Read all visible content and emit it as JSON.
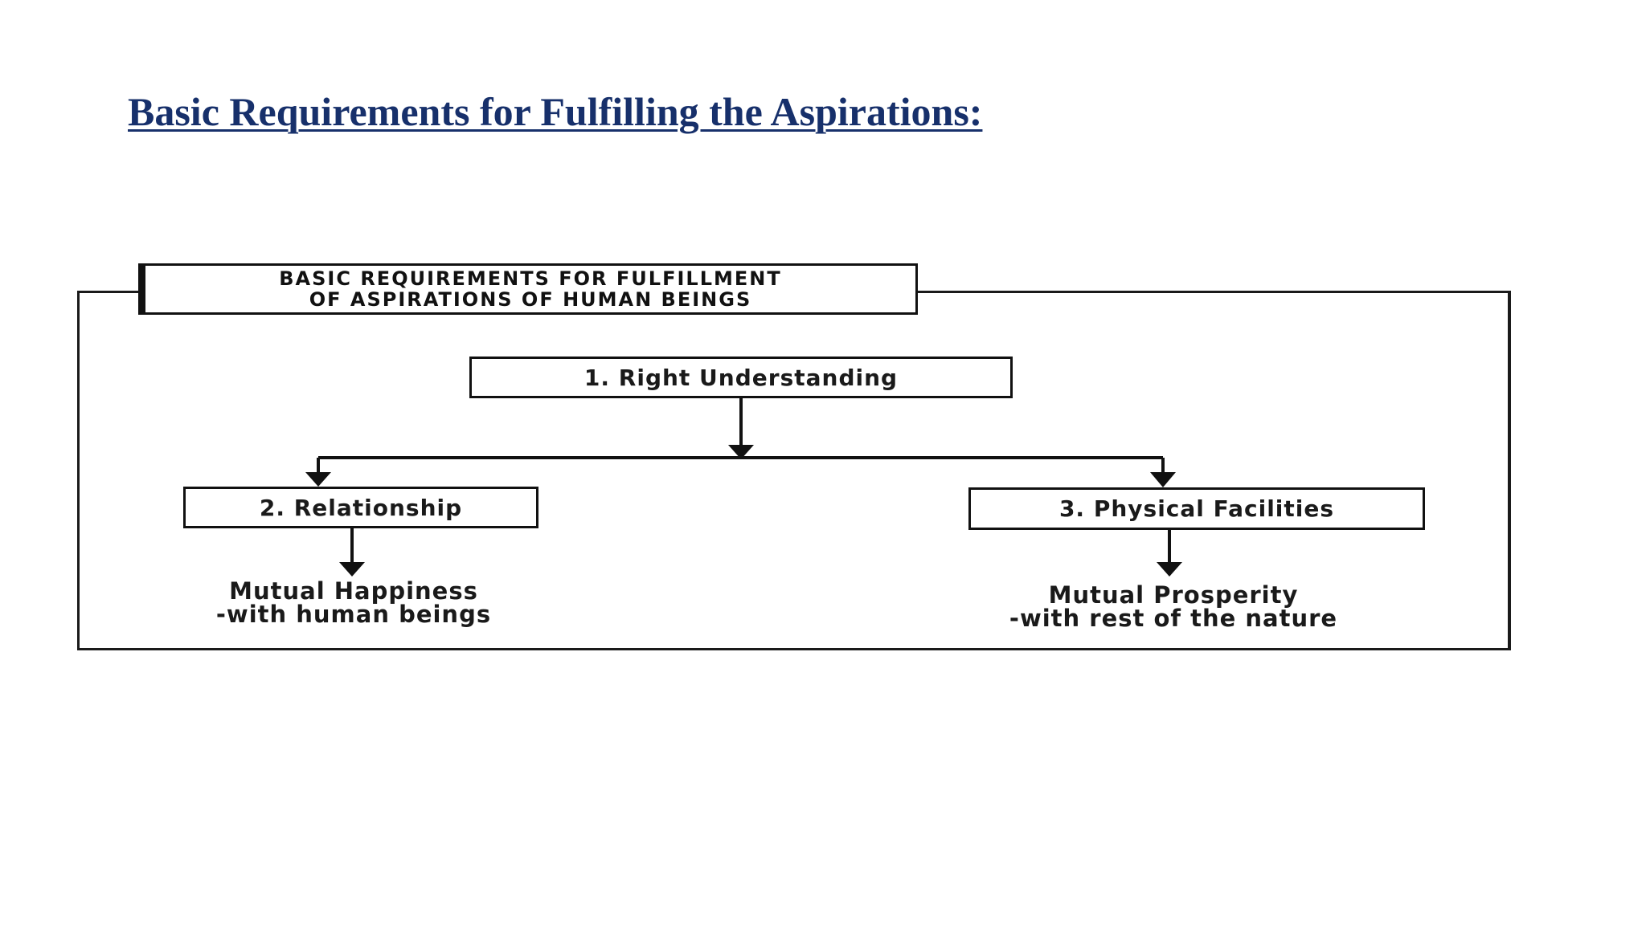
{
  "slide": {
    "title": "Basic Requirements for Fulfilling the Aspirations:"
  },
  "diagram": {
    "header_line1": "BASIC REQUIREMENTS FOR FULFILLMENT",
    "header_line2": "OF ASPIRATIONS OF HUMAN BEINGS",
    "nodes": [
      {
        "label": "1. Right Understanding"
      },
      {
        "label": "2. Relationship"
      },
      {
        "label": "3. Physical Facilities"
      }
    ],
    "outcomes": [
      {
        "line1": "Mutual Happiness",
        "line2": "-with human beings"
      },
      {
        "line1": "Mutual Prosperity",
        "line2": "-with rest of the nature"
      }
    ]
  },
  "colors": {
    "title": "#17306b",
    "lines": "#111111"
  }
}
